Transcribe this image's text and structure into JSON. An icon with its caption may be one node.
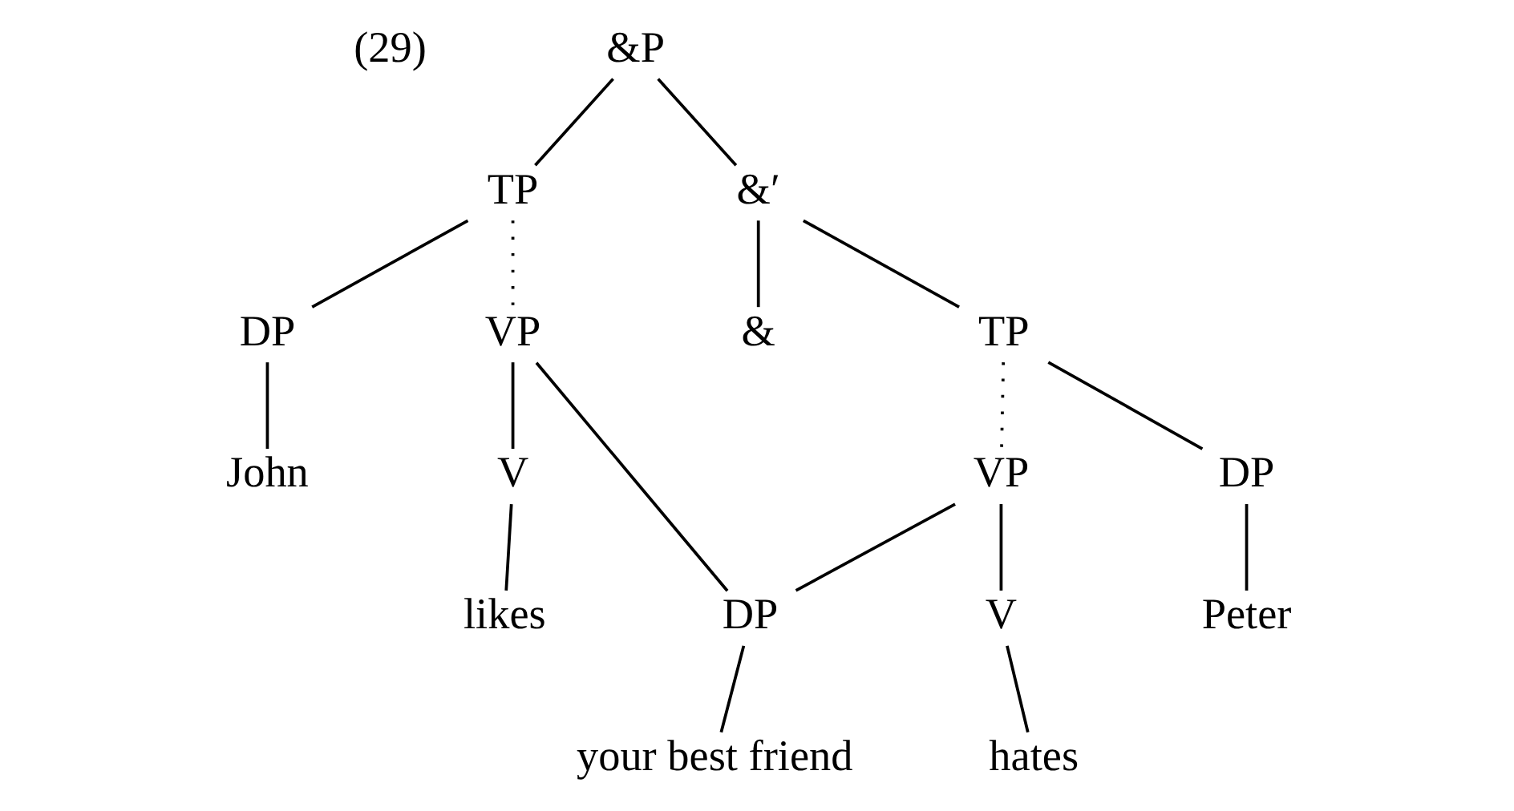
{
  "diagram": {
    "nodes": [
      {
        "text": [
          "&P"
        ]
      },
      {
        "text": [
          "TP"
        ]
      },
      {
        "text": [
          "&′"
        ]
      },
      {
        "text": [
          "DP"
        ]
      },
      {
        "text": [
          "VP"
        ]
      },
      {
        "text": [
          "&"
        ]
      },
      {
        "text": [
          "TP"
        ]
      },
      {
        "text": [
          "John"
        ]
      },
      {
        "text": [
          "V"
        ]
      },
      {
        "text": [
          "DP"
        ]
      },
      {
        "text": [
          "VP"
        ]
      },
      {
        "text": [
          "likes"
        ]
      },
      {
        "text": [
          "Peter"
        ]
      },
      {
        "text": [
          "V"
        ]
      },
      {
        "text": [
          "hates"
        ]
      },
      {
        "text": [
          "DP"
        ]
      },
      {
        "text": [
          "your best friend"
        ]
      }
    ],
    "edges": [
      {
        "from": 0,
        "to": 1,
        "arrow": "none"
      },
      {
        "from": 0,
        "to": 2,
        "arrow": "none"
      },
      {
        "from": 1,
        "to": 3,
        "arrow": "none"
      },
      {
        "from": 1,
        "to": 4,
        "arrow": "none",
        "style": "dashed"
      },
      {
        "from": 2,
        "to": 5,
        "arrow": "none"
      },
      {
        "from": 2,
        "to": 6,
        "arrow": "none"
      },
      {
        "from": 3,
        "to": 7,
        "arrow": "none"
      },
      {
        "from": 4,
        "to": 8,
        "arrow": "none"
      },
      {
        "from": 4,
        "to": 15,
        "arrow": "none"
      },
      {
        "from": 6,
        "to": 9,
        "arrow": "none"
      },
      {
        "from": 6,
        "to": 10,
        "arrow": "none",
        "style": "dashed"
      },
      {
        "from": 8,
        "to": 11,
        "arrow": "none"
      },
      {
        "from": 9,
        "to": 12,
        "arrow": "none"
      },
      {
        "from": 10,
        "to": 13,
        "arrow": "none"
      },
      {
        "from": 10,
        "to": 15,
        "arrow": "none"
      },
      {
        "from": 13,
        "to": 14,
        "arrow": "none"
      },
      {
        "from": 15,
        "to": 16,
        "arrow": "none"
      }
    ],
    "labels": [
      "(29)"
    ]
  }
}
